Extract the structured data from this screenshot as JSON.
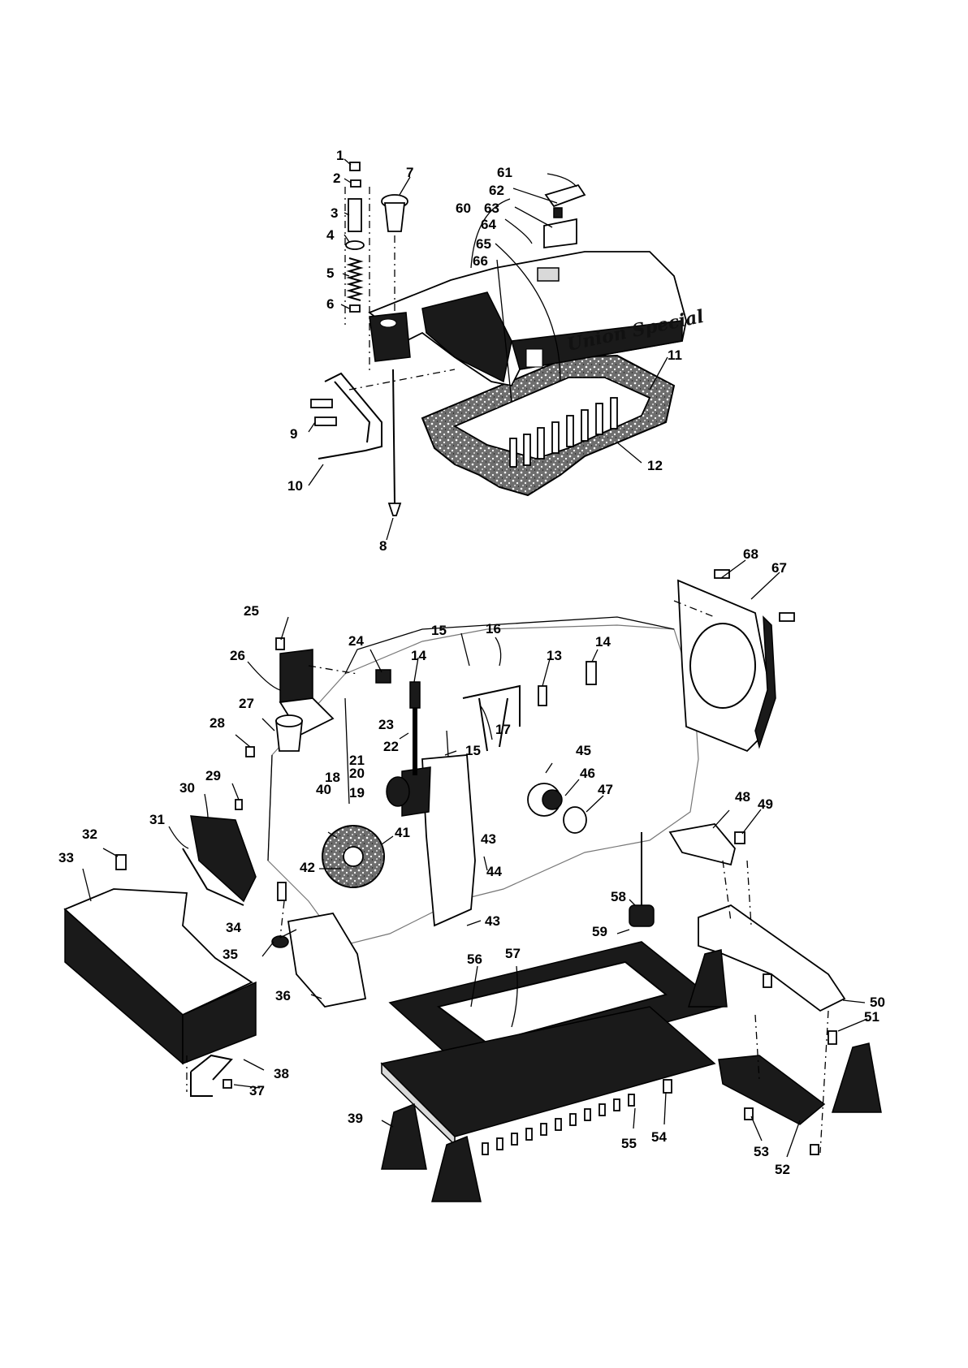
{
  "callouts": [
    {
      "id": "1",
      "label": "1"
    },
    {
      "id": "2",
      "label": "2"
    },
    {
      "id": "3",
      "label": "3"
    },
    {
      "id": "4",
      "label": "4"
    },
    {
      "id": "5",
      "label": "5"
    },
    {
      "id": "6",
      "label": "6"
    },
    {
      "id": "7",
      "label": "7"
    },
    {
      "id": "8",
      "label": "8"
    },
    {
      "id": "9",
      "label": "9"
    },
    {
      "id": "10",
      "label": "10"
    },
    {
      "id": "11",
      "label": "11"
    },
    {
      "id": "12",
      "label": "12"
    },
    {
      "id": "13",
      "label": "13"
    },
    {
      "id": "14a",
      "label": "14"
    },
    {
      "id": "14b",
      "label": "14"
    },
    {
      "id": "15a",
      "label": "15"
    },
    {
      "id": "15b",
      "label": "15"
    },
    {
      "id": "16",
      "label": "16"
    },
    {
      "id": "17",
      "label": "17"
    },
    {
      "id": "18",
      "label": "18"
    },
    {
      "id": "19",
      "label": "19"
    },
    {
      "id": "20",
      "label": "20"
    },
    {
      "id": "21",
      "label": "21"
    },
    {
      "id": "22",
      "label": "22"
    },
    {
      "id": "23",
      "label": "23"
    },
    {
      "id": "24",
      "label": "24"
    },
    {
      "id": "25",
      "label": "25"
    },
    {
      "id": "26",
      "label": "26"
    },
    {
      "id": "27",
      "label": "27"
    },
    {
      "id": "28",
      "label": "28"
    },
    {
      "id": "29",
      "label": "29"
    },
    {
      "id": "30",
      "label": "30"
    },
    {
      "id": "31",
      "label": "31"
    },
    {
      "id": "32",
      "label": "32"
    },
    {
      "id": "33",
      "label": "33"
    },
    {
      "id": "34",
      "label": "34"
    },
    {
      "id": "35",
      "label": "35"
    },
    {
      "id": "36",
      "label": "36"
    },
    {
      "id": "37",
      "label": "37"
    },
    {
      "id": "38",
      "label": "38"
    },
    {
      "id": "39",
      "label": "39"
    },
    {
      "id": "40",
      "label": "40"
    },
    {
      "id": "41",
      "label": "41"
    },
    {
      "id": "42",
      "label": "42"
    },
    {
      "id": "43a",
      "label": "43"
    },
    {
      "id": "43b",
      "label": "43"
    },
    {
      "id": "44",
      "label": "44"
    },
    {
      "id": "45",
      "label": "45"
    },
    {
      "id": "46",
      "label": "46"
    },
    {
      "id": "47",
      "label": "47"
    },
    {
      "id": "48",
      "label": "48"
    },
    {
      "id": "49",
      "label": "49"
    },
    {
      "id": "50",
      "label": "50"
    },
    {
      "id": "51",
      "label": "51"
    },
    {
      "id": "52",
      "label": "52"
    },
    {
      "id": "53",
      "label": "53"
    },
    {
      "id": "54",
      "label": "54"
    },
    {
      "id": "55",
      "label": "55"
    },
    {
      "id": "56",
      "label": "56"
    },
    {
      "id": "57",
      "label": "57"
    },
    {
      "id": "58",
      "label": "58"
    },
    {
      "id": "59",
      "label": "59"
    },
    {
      "id": "60",
      "label": "60"
    },
    {
      "id": "61",
      "label": "61"
    },
    {
      "id": "62",
      "label": "62"
    },
    {
      "id": "63",
      "label": "63"
    },
    {
      "id": "64",
      "label": "64"
    },
    {
      "id": "65",
      "label": "65"
    },
    {
      "id": "66",
      "label": "66"
    },
    {
      "id": "67",
      "label": "67"
    },
    {
      "id": "68",
      "label": "68"
    }
  ],
  "logo": {
    "brand_text": "Union Special"
  }
}
